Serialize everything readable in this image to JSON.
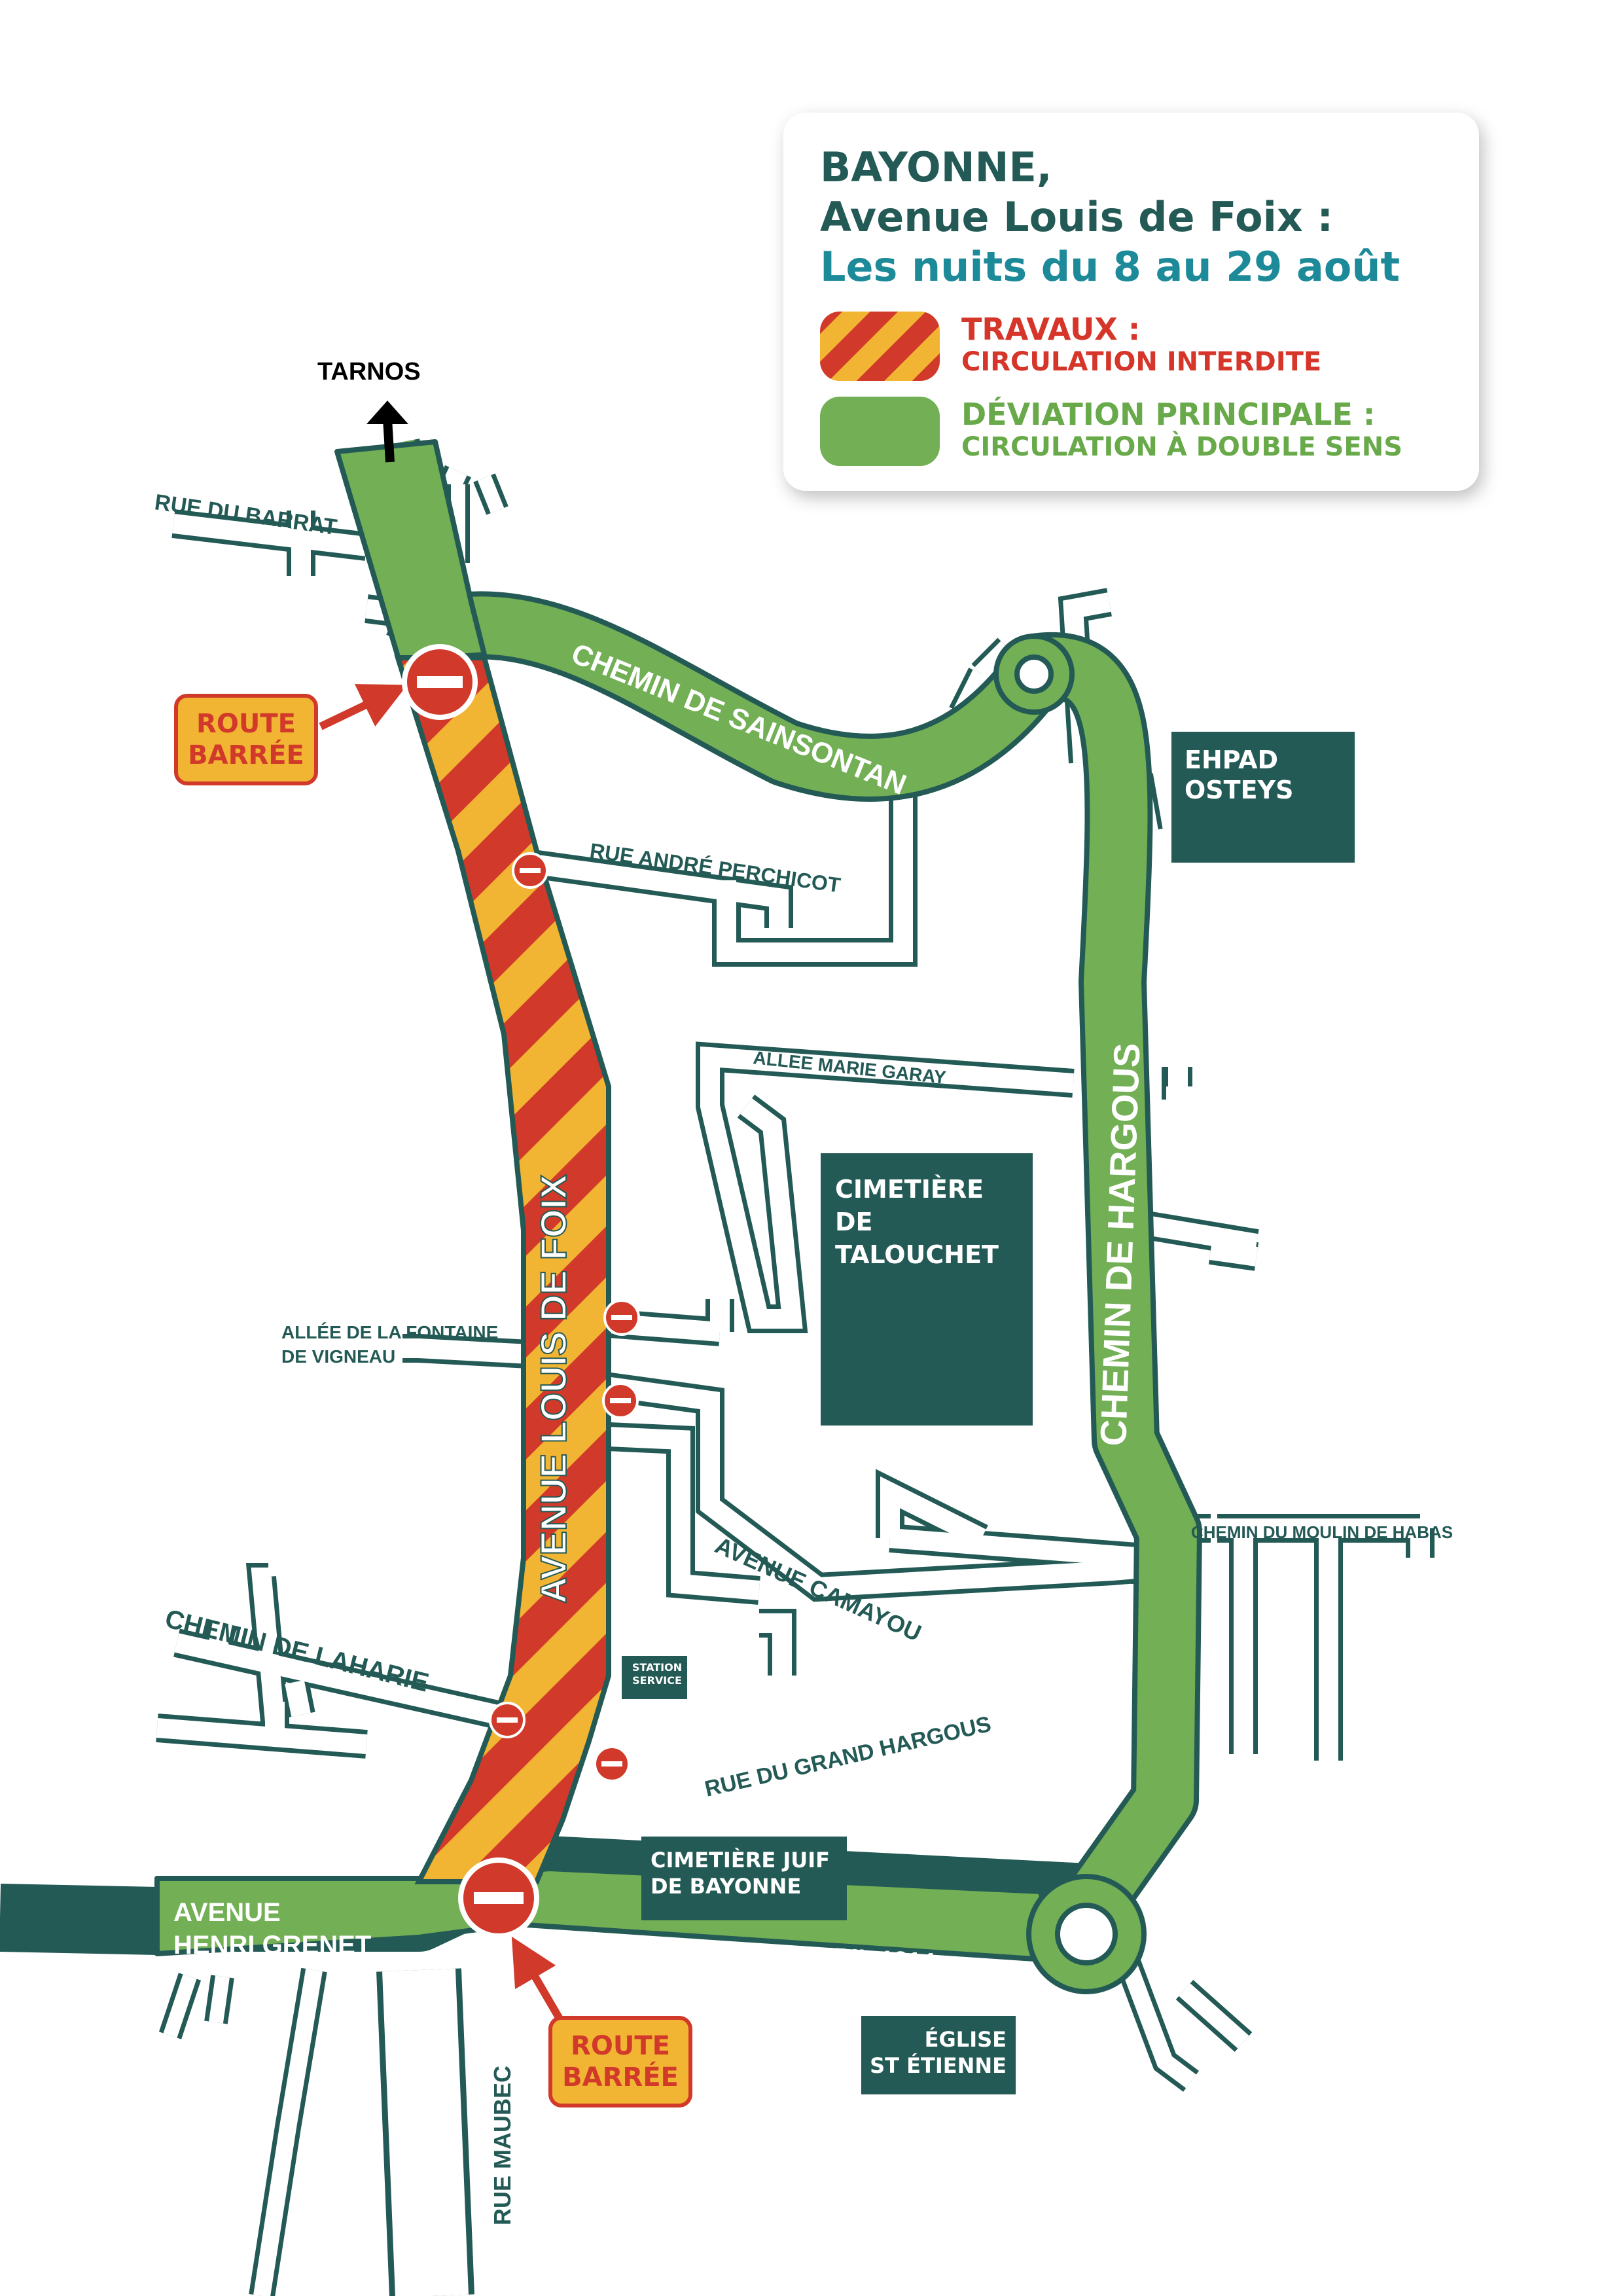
{
  "legend": {
    "title_line1": "BAYONNE,",
    "title_line2": "Avenue Louis de Foix :",
    "title_line3": "Les nuits du 8 au 29 août",
    "works_title": "TRAVAUX :",
    "works_subtitle": "CIRCULATION INTERDITE",
    "detour_title": "DÉVIATION PRINCIPALE :",
    "detour_subtitle": "CIRCULATION À DOUBLE SENS"
  },
  "colors": {
    "works_red": "#d13a2a",
    "works_yellow": "#f2b433",
    "detour_green": "#72af55",
    "road_outline": "#245a55",
    "place_fill": "#245a55",
    "title_teal": "#1c8a98"
  },
  "direction": {
    "label": "TARNOS",
    "icon": "arrow-up-icon"
  },
  "streets": {
    "rue_du_barrat": "RUE DU BARRAT",
    "chemin_de_sainsontan": "CHEMIN DE SAINSONTAN",
    "rue_andre_perchicot": "RUE ANDRÉ PERCHICOT",
    "allee_marie_garay": "ALLEE MARIE GARAY",
    "avenue_louis_de_foix": "AVENUE LOUIS DE FOIX",
    "chemin_de_hargous": "CHEMIN DE HARGOUS",
    "allee_fontaine_line1": "ALLÉE DE LA FONTAINE",
    "allee_fontaine_line2": "DE VIGNEAU",
    "chemin_moulin_de_habas": "CHEMIN DU MOULIN DE HABAS",
    "avenue_camayou": "AVENUE CAMAYOU",
    "chemin_de_laharie": "CHEMIN DE LAHARIE",
    "rue_du_grand_hargous": "RUE DU GRAND HARGOUS",
    "avenue_henri_grenet_line1": "AVENUE",
    "avenue_henri_grenet_line2": "HENRI GRENET",
    "avenue_du_14_avril": "AVENUE DU 14 AVRIL 1814",
    "rue_maubec": "RUE MAUBEC"
  },
  "places": {
    "ehpad_line1": "EHPAD",
    "ehpad_line2": "OSTEYS",
    "cimetiere_talouchet_line1": "CIMETIÈRE",
    "cimetiere_talouchet_line2": "DE",
    "cimetiere_talouchet_line3": "TALOUCHET",
    "station_line1": "STATION",
    "station_line2": "SERVICE",
    "cimetiere_juif_line1": "CIMETIÈRE JUIF",
    "cimetiere_juif_line2": "DE BAYONNE",
    "eglise_line1": "ÉGLISE",
    "eglise_line2": "ST ÉTIENNE"
  },
  "closures": {
    "top_line1": "ROUTE",
    "top_line2": "BARRÉE",
    "bottom_line1": "ROUTE",
    "bottom_line2": "BARRÉE"
  }
}
